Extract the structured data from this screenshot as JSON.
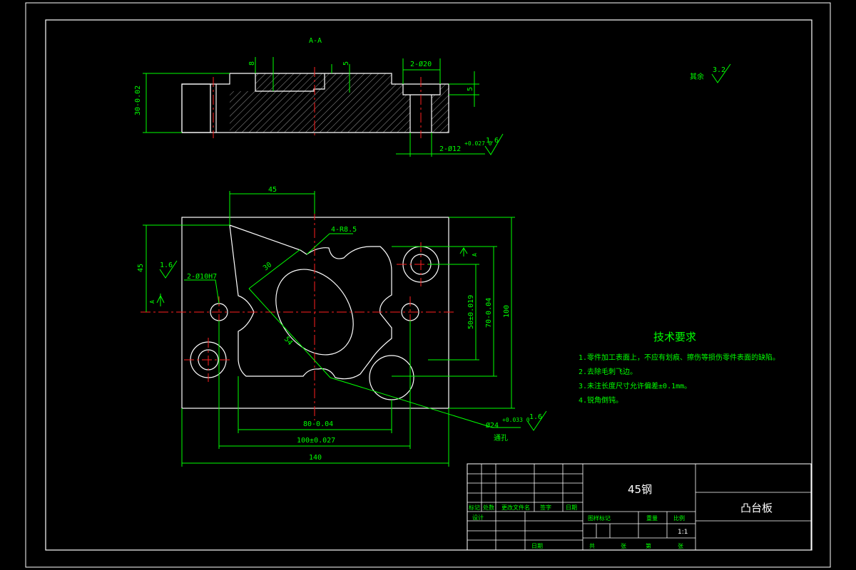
{
  "colors": {
    "background": "#000000",
    "outline": "#ffffff",
    "dimension": "#00ff00",
    "centerline": "#ff2020"
  },
  "section_view": {
    "title": "A-A",
    "dim_height": "30-0.02",
    "dim_small_top": "8",
    "dim_small_mid": "5",
    "dim_counterbore": "2-Ø20",
    "dim_right_step": "5",
    "dim_holes": "2-Ø12",
    "dim_holes_tol": "+0.027 0",
    "roughness": "1.6"
  },
  "remaining_roughness": {
    "label": "其余",
    "value": "3.2"
  },
  "plan_view": {
    "dim_45_top": "45",
    "dim_radius": "4-R8.5",
    "dim_30": "30",
    "dim_54": "54",
    "dim_45_left": "45",
    "dim_pin_holes": "2-Ø10H7",
    "roughness_left": "1.6",
    "dim_A_left": "A",
    "dim_A_right": "A",
    "dim_50": "50±0.019",
    "dim_70": "70-0.04",
    "dim_100_v": "100",
    "dim_80": "80-0.04",
    "dim_100_h": "100±0.027",
    "dim_140": "140",
    "dim_bore": "Ø24",
    "dim_bore_tol": "+0.033 0",
    "dim_bore_note": "通孔",
    "roughness_right": "1.6"
  },
  "tech_requirements": {
    "title": "技术要求",
    "items": [
      "1.零件加工表面上，不应有划痕、擦伤等损伤零件表面的缺陷。",
      "2.去除毛刺飞边。",
      "3.未注长度尺寸允许偏差±0.1mm。",
      "4.锐角倒钝。"
    ]
  },
  "title_block": {
    "material": "45钢",
    "part_name": "凸台板",
    "row_labels": [
      "标记",
      "处数",
      "更改文件名",
      "签字",
      "日期"
    ],
    "designer_label": "设计",
    "stage_labels": [
      "图样标记",
      "重量",
      "比例"
    ],
    "scale": "1:1",
    "sheet_labels": [
      "共",
      "张",
      "第",
      "张"
    ],
    "date_label": "日期"
  }
}
